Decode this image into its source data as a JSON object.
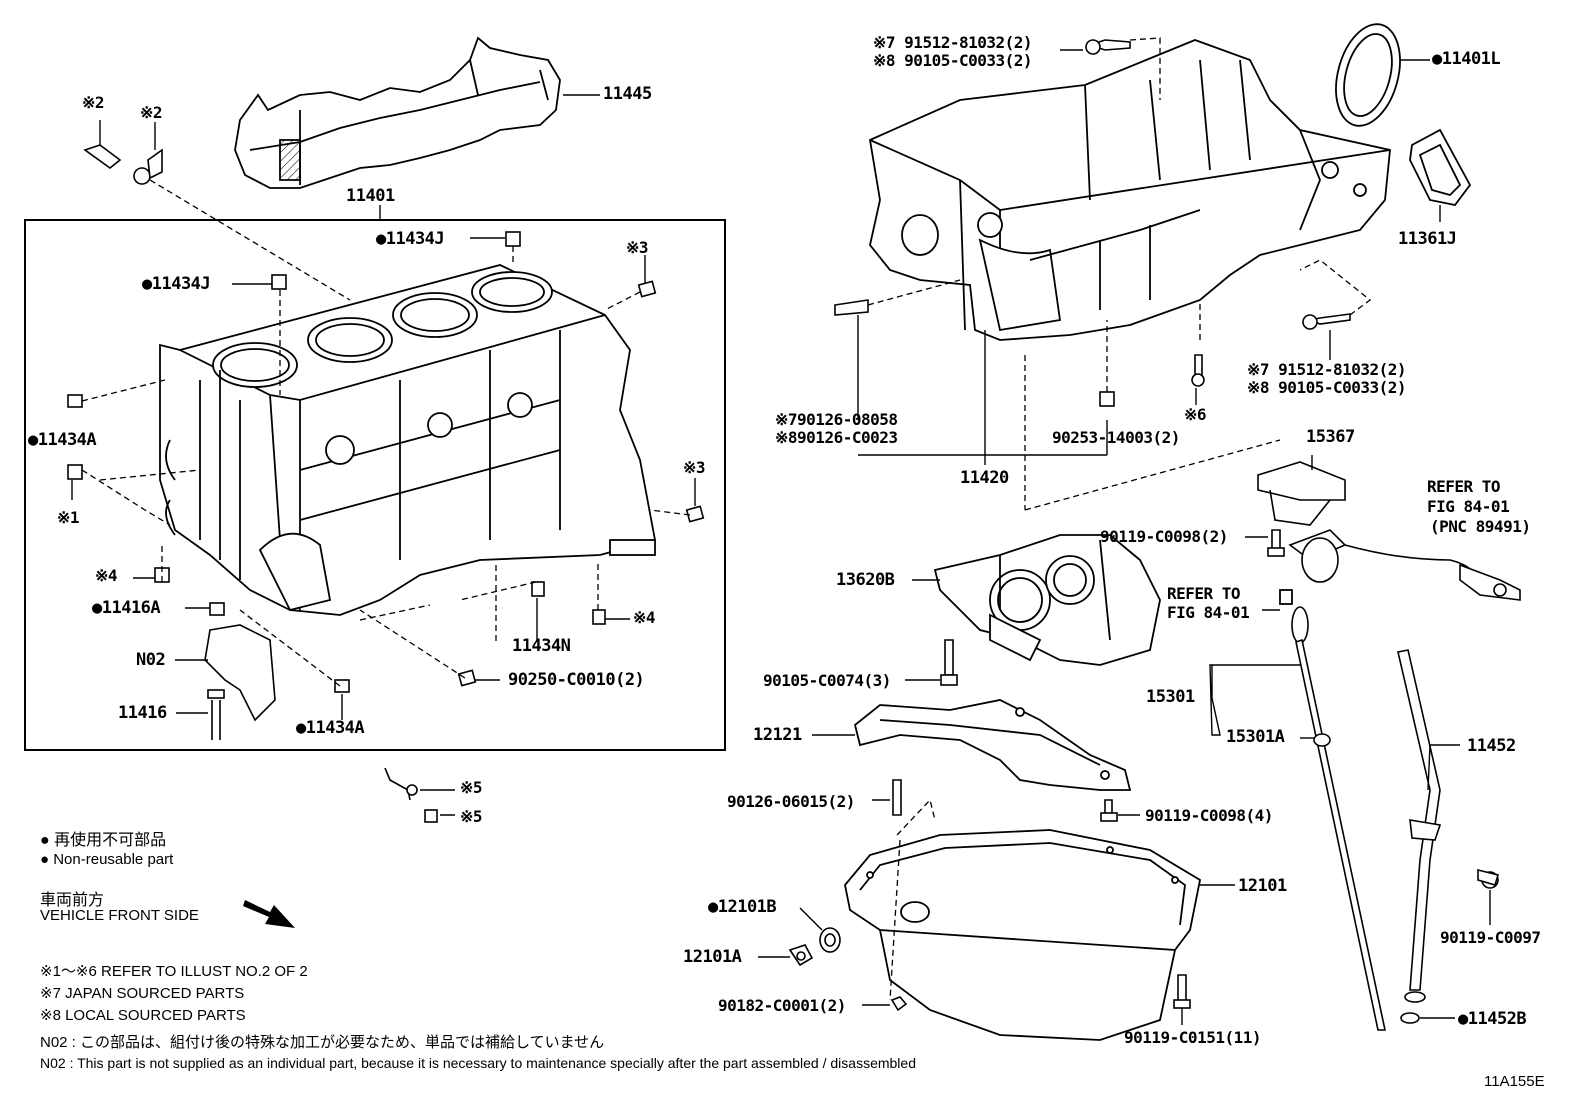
{
  "labels": {
    "p11445": "11445",
    "p11401": "11401",
    "p11434j_top": "●11434J",
    "p11434j_left": "●11434J",
    "p11434a_left": "●11434A",
    "p11434a_bot": "●11434A",
    "p11416a": "●11416A",
    "n02": "N02",
    "p11416": "11416",
    "p11434n": "11434N",
    "p90250": "90250-C0010(2)",
    "mark2a": "※2",
    "mark2b": "※2",
    "mark3a": "※3",
    "mark3b": "※3",
    "mark1": "※1",
    "mark4a": "※4",
    "mark4b": "※4",
    "mark5a": "※5",
    "mark5b": "※5",
    "mark6": "※6",
    "top_bolt_l1": "※7 91512-81032(2)",
    "top_bolt_l2": "※8 90105-C0033(2)",
    "p11401l": "●11401L",
    "p11361j": "11361J",
    "right_bolt_l1": "※7 91512-81032(2)",
    "right_bolt_l2": "※8 90105-C0033(2)",
    "stud_l1": "※790126-08058",
    "stud_l2": "※890126-C0023",
    "p90253": "90253-14003(2)",
    "p11420": "11420",
    "p15367": "15367",
    "refer1_l1": "REFER TO",
    "refer1_l2": "FIG 84-01",
    "refer1_l3": "(PNC 89491)",
    "p90119_98_2": "90119-C0098(2)",
    "p13620b": "13620B",
    "refer2_l1": "REFER TO",
    "refer2_l2": "FIG 84-01",
    "p90105_74": "90105-C0074(3)",
    "p15301": "15301",
    "p15301a": "15301A",
    "p12121": "12121",
    "p11452": "11452",
    "p90126_06015": "90126-06015(2)",
    "p90119_98_4": "90119-C0098(4)",
    "p12101": "12101",
    "p12101b": "●12101B",
    "p12101a": "12101A",
    "p90182": "90182-C0001(2)",
    "p90119_151": "90119-C0151(11)",
    "p90119_97": "90119-C0097",
    "p11452b": "●11452B",
    "code": "11A155E"
  },
  "notes": {
    "nr_jp": "● 再使用不可部品",
    "nr_en": "● Non-reusable part",
    "front_jp": "車両前方",
    "front_en": "VEHICLE FRONT SIDE",
    "ref16": "※1～※6 REFER TO ILLUST NO.2 OF 2",
    "japan": "※7 JAPAN SOURCED PARTS",
    "local": "※8 LOCAL SOURCED PARTS",
    "n02_jp": "N02 : この部品は、組付け後の特殊な加工が必要なため、単品では補給していません",
    "n02_en": "N02 : This part is not supplied as an individual part, because it is necessary to maintenance specially after the part assembled / disassembled"
  }
}
